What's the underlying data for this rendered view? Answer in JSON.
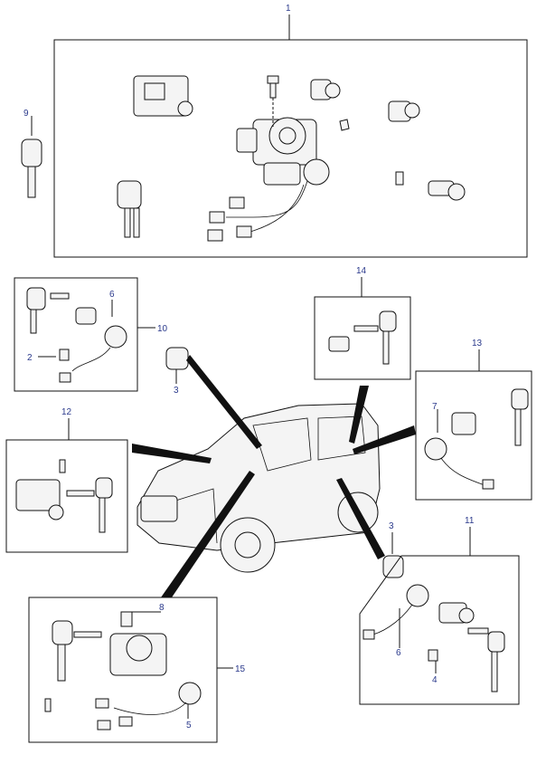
{
  "callouts": {
    "c1": "1",
    "c2": "2",
    "c3a": "3",
    "c3b": "3",
    "c4": "4",
    "c5": "5",
    "c6a": "6",
    "c6b": "6",
    "c7": "7",
    "c8": "8",
    "c9": "9",
    "c10": "10",
    "c11": "11",
    "c12": "12",
    "c13": "13",
    "c14": "14",
    "c15": "15"
  },
  "colors": {
    "callout": "#2b3a8c",
    "line": "#111111"
  }
}
